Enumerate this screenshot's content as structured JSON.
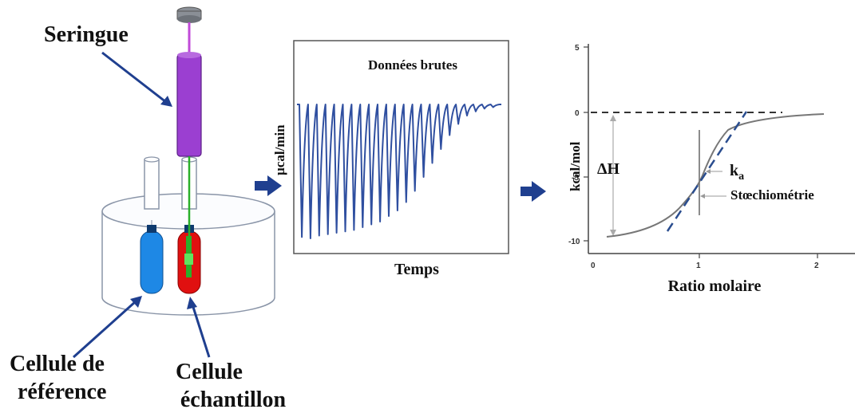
{
  "apparatus": {
    "syringe_label": "Seringue",
    "reference_cell_label_line1": "Cellule de",
    "reference_cell_label_line2": "référence",
    "sample_cell_label_line1": "Cellule",
    "sample_cell_label_line2": "échantillon"
  },
  "raw_data_panel": {
    "title": "Données brutes",
    "ylabel": "µcal/min",
    "xlabel": "Temps",
    "peak_depths": [
      0.95,
      0.96,
      0.94,
      0.93,
      0.92,
      0.91,
      0.9,
      0.88,
      0.86,
      0.84,
      0.8,
      0.76,
      0.7,
      0.62,
      0.52,
      0.42,
      0.32,
      0.22,
      0.14,
      0.08,
      0.05,
      0.03,
      0.02
    ]
  },
  "isotherm_panel": {
    "ylabel": "kcal/mol",
    "xlabel": "Ratio molaire",
    "y_ticks": [
      "5",
      "0",
      "-5",
      "-10"
    ],
    "x_ticks": [
      "0",
      "1",
      "2"
    ],
    "delta_h_label": "ΔH",
    "ka_label": "k",
    "ka_subscript": "a",
    "stoichiometry_label": "Stœchiométrie"
  },
  "colors": {
    "syringe": "#9b3fd1",
    "reference_cell": "#1e88e5",
    "sample_cell": "#e01010",
    "arrow": "#1f3f8f",
    "trace": "#2f4fa0"
  }
}
